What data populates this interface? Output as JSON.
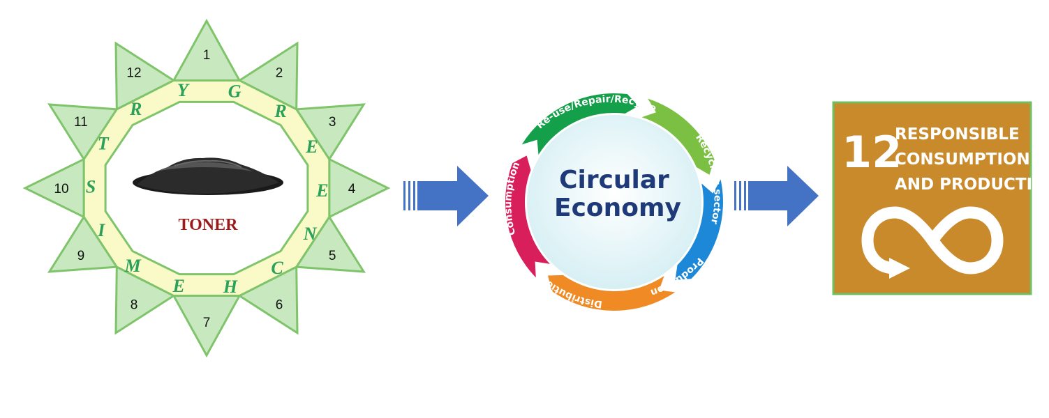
{
  "star": {
    "numbers": [
      "1",
      "2",
      "3",
      "4",
      "5",
      "6",
      "7",
      "8",
      "9",
      "10",
      "11",
      "12"
    ],
    "letters": [
      "G",
      "R",
      "E",
      "E",
      "N",
      "C",
      "H",
      "E",
      "M",
      "I",
      "S",
      "T",
      "R",
      "Y"
    ],
    "center_label": "TONER",
    "colors": {
      "point_fill": "#c8e8c0",
      "point_stroke": "#7fc46a",
      "ring_fill": "#fafac8",
      "letter": "#2aa05a"
    }
  },
  "circular_economy": {
    "title_line1": "Circular",
    "title_line2": "Economy",
    "segments": [
      {
        "label": "Re-use/Repair/Recycle",
        "color": "#14a04a"
      },
      {
        "label": "Recycling sector",
        "color": "#7bc043"
      },
      {
        "label": "Production",
        "color": "#1e88d8"
      },
      {
        "label": "Distribution",
        "color": "#f08a24"
      },
      {
        "label": "Consumption",
        "color": "#d81e5b"
      }
    ],
    "inner_color": "#dff3f6"
  },
  "arrows": {
    "color": "#4472c4"
  },
  "sdg": {
    "number": "12",
    "line1": "RESPONSIBLE",
    "line2": "CONSUMPTION",
    "line3": "AND PRODUCTION",
    "background": "#c98a2b",
    "border": "#6fbf60",
    "icon": "infinity-loop-icon"
  }
}
